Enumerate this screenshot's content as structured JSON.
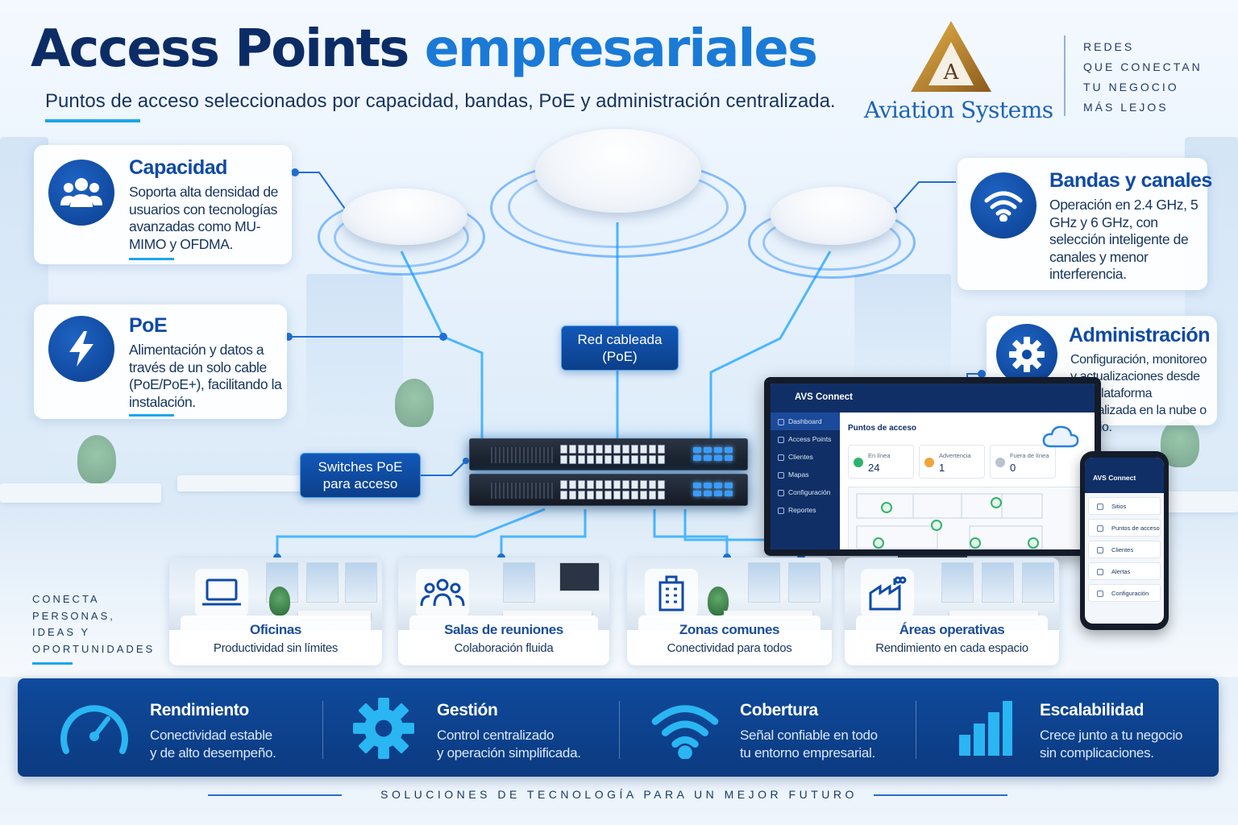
{
  "header": {
    "title_part1": "Access Points",
    "title_part2": "empresariales",
    "subtitle": "Puntos de acceso seleccionados por capacidad, bandas, PoE y administración centralizada."
  },
  "logo": {
    "letter": "A",
    "name": "Aviation Systems"
  },
  "tagline": [
    "REDES",
    "QUE CONECTAN",
    "TU NEGOCIO",
    "MÁS LEJOS"
  ],
  "features_left": [
    {
      "icon": "users-icon",
      "title": "Capacidad",
      "text": "Soporta alta densidad de usuarios con tecnologías avanzadas como MU-MIMO y OFDMA."
    },
    {
      "icon": "lightning-icon",
      "title": "PoE",
      "text": "Alimentación y datos a través de un solo cable (PoE/PoE+), facilitando la instalación."
    }
  ],
  "features_right": [
    {
      "icon": "wifi-icon",
      "title": "Bandas y canales",
      "text": "Operación en 2.4 GHz, 5 GHz y 6 GHz, con selección inteligente de canales y menor interferencia."
    },
    {
      "icon": "gear-icon",
      "title": "Administración",
      "text": "Configuración, monitoreo y actualizaciones desde una plataforma centralizada en la nube o en sitio."
    }
  ],
  "diagram": {
    "wired_label": "Red cableada (PoE)",
    "switch_label": "Switches PoE para acceso"
  },
  "dashboard": {
    "app_name": "AVS Connect",
    "menu": [
      "Dashboard",
      "Access Points",
      "Clientes",
      "Mapas",
      "Configuración",
      "Reportes"
    ],
    "section_title": "Puntos de acceso",
    "stats": [
      {
        "label": "En línea",
        "value": "24",
        "color": "#2bb56a"
      },
      {
        "label": "Advertencia",
        "value": "1",
        "color": "#f2a33a"
      },
      {
        "label": "Fuera de línea",
        "value": "0",
        "color": "#b9c2cf"
      }
    ]
  },
  "mobile": {
    "app_name": "AVS Connect",
    "menu": [
      "Sitios",
      "Puntos de acceso",
      "Clientes",
      "Alertas",
      "Configuración"
    ]
  },
  "connect_text": [
    "CONECTA",
    "PERSONAS,",
    "IDEAS Y",
    "OPORTUNIDADES"
  ],
  "scenes": [
    {
      "icon": "laptop-icon",
      "title": "Oficinas",
      "text": "Productividad sin límites"
    },
    {
      "icon": "meeting-icon",
      "title": "Salas de reuniones",
      "text": "Colaboración fluida"
    },
    {
      "icon": "building-icon",
      "title": "Zonas comunes",
      "text": "Conectividad para todos"
    },
    {
      "icon": "factory-icon",
      "title": "Áreas operativas",
      "text": "Rendimiento en cada espacio"
    }
  ],
  "benefits": [
    {
      "icon": "speedometer-icon",
      "title": "Rendimiento",
      "line1": "Conectividad estable",
      "line2": "y de alto desempeño."
    },
    {
      "icon": "gear-icon",
      "title": "Gestión",
      "line1": "Control centralizado",
      "line2": "y operación simplificada."
    },
    {
      "icon": "wifi-icon",
      "title": "Cobertura",
      "line1": "Señal confiable en todo",
      "line2": "tu entorno empresarial."
    },
    {
      "icon": "bar-chart-icon",
      "title": "Escalabilidad",
      "line1": "Crece junto a tu negocio",
      "line2": "sin complicaciones."
    }
  ],
  "footer": "SOLUCIONES DE TECNOLOGÍA PARA UN MEJOR FUTURO",
  "colors": {
    "navy": "#0c2c66",
    "accent": "#1a7ad6",
    "cyan": "#19a6ee",
    "glow": "#3ab0ff"
  }
}
